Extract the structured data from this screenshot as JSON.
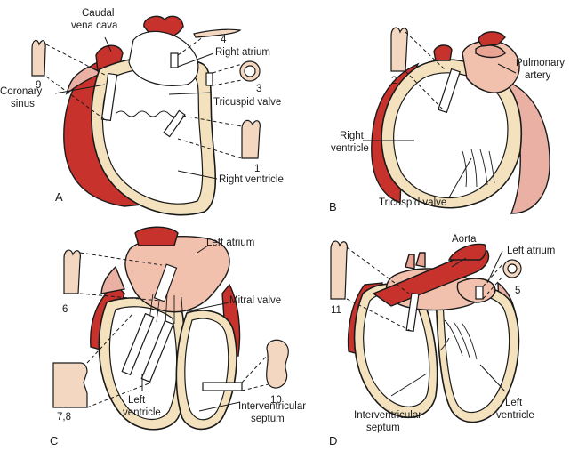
{
  "panels": {
    "A": {
      "letter": "A",
      "labels": {
        "caudal_vena_cava": [
          "Caudal",
          "vena cava"
        ],
        "right_atrium": "Right atrium",
        "coronary_sinus": [
          "Coronary",
          "sinus"
        ],
        "tricuspid_valve": "Tricuspid valve",
        "right_ventricle": "Right ventricle"
      },
      "numbers": [
        "9",
        "4",
        "3",
        "1"
      ]
    },
    "B": {
      "letter": "B",
      "labels": {
        "pulmonary_artery": [
          "Pulmonary",
          "artery"
        ],
        "right_ventricle": [
          "Right",
          "ventricle"
        ],
        "tricuspid_valve": "Tricuspid valve"
      },
      "numbers": [
        "2"
      ]
    },
    "C": {
      "letter": "C",
      "labels": {
        "left_atrium": "Left atrium",
        "mitral_valve": "Mitral valve",
        "left_ventricle": [
          "Left",
          "ventricle"
        ],
        "interventricular_septum": [
          "Interventricular",
          "septum"
        ]
      },
      "numbers": [
        "6",
        "7,8",
        "10"
      ]
    },
    "D": {
      "letter": "D",
      "labels": {
        "aorta": "Aorta",
        "left_atrium": "Left atrium",
        "interventricular_septum": [
          "Interventricular",
          "septum"
        ],
        "left_ventricle": [
          "Left",
          "ventricle"
        ]
      },
      "numbers": [
        "11",
        "5"
      ]
    }
  },
  "colors": {
    "myocardium": "#f3e2bd",
    "epicardium_red": "#c8322c",
    "epicardium_pink": "#eab0a4",
    "atrium": "#f2c1ae"
  }
}
